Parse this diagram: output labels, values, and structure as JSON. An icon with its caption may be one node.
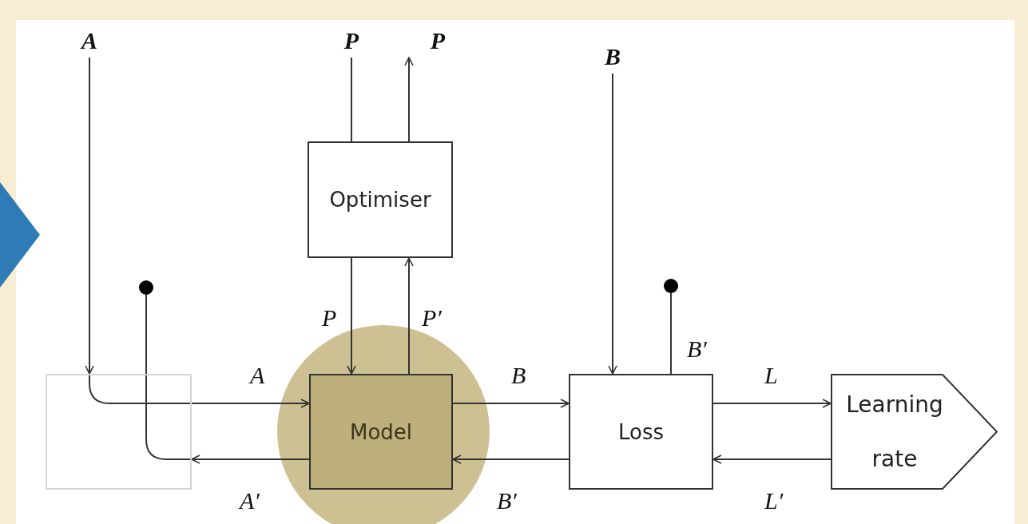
{
  "diagram": {
    "nodes": [
      {
        "text": [
          "A"
        ]
      },
      {
        "text": [
          "P"
        ]
      },
      {
        "text": [
          "P"
        ]
      },
      {
        "text": [
          "B"
        ]
      },
      {
        "text": [
          "Optimiser"
        ]
      },
      {
        "text": [],
        "shape": "circle"
      },
      {
        "text": [],
        "shape": "circle"
      },
      {
        "text": [],
        "shape": "box"
      },
      {
        "text": [
          "Model"
        ]
      },
      {
        "text": [
          "Loss"
        ]
      },
      {
        "text": [
          "Learning rate"
        ]
      },
      {
        "text": [],
        "shape": "triangle"
      }
    ],
    "edges": [
      {
        "from": 0,
        "to": 7,
        "arrow": "to"
      },
      {
        "from": 7,
        "to": 8,
        "arrow": "to",
        "label": "A"
      },
      {
        "from": 8,
        "to": 7,
        "arrow": "to",
        "label": "A′"
      },
      {
        "from": 5,
        "to": 7,
        "arrow": "none"
      },
      {
        "from": 1,
        "to": 4,
        "arrow": "none"
      },
      {
        "from": 4,
        "to": 2,
        "arrow": "to"
      },
      {
        "from": 4,
        "to": 8,
        "arrow": "to",
        "label": "P"
      },
      {
        "from": 8,
        "to": 4,
        "arrow": "to",
        "label": "P′"
      },
      {
        "from": 8,
        "to": 9,
        "arrow": "to",
        "label": "B"
      },
      {
        "from": 9,
        "to": 8,
        "arrow": "to",
        "label": "B′"
      },
      {
        "from": 3,
        "to": 9,
        "arrow": "to"
      },
      {
        "from": 9,
        "to": 6,
        "arrow": "none",
        "label": "B′"
      },
      {
        "from": 9,
        "to": 10,
        "arrow": "to",
        "label": "L"
      },
      {
        "from": 10,
        "to": 9,
        "arrow": "to",
        "label": "L′"
      }
    ]
  }
}
